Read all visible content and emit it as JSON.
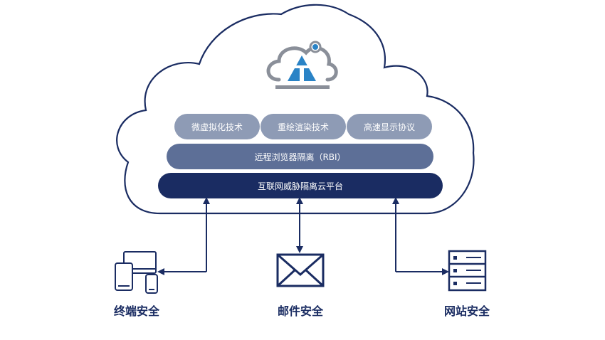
{
  "cloud_layers": {
    "tech_items": [
      {
        "label": "微虚拟化技术"
      },
      {
        "label": "重绘渲染技术"
      },
      {
        "label": "高速显示协议"
      }
    ],
    "rbi_label": "远程浏览器隔离（RBI）",
    "platform_label": "互联网威胁隔离云平台"
  },
  "endpoints": [
    {
      "label": "终端安全",
      "icon": "devices-icon"
    },
    {
      "label": "邮件安全",
      "icon": "envelope-icon"
    },
    {
      "label": "网站安全",
      "icon": "server-icon"
    }
  ],
  "colors": {
    "navy": "#1a2c62",
    "mid_blue": "#5d6f97",
    "light_blue": "#8e9bb5",
    "logo_gray": "#8a8f99",
    "logo_blue": "#2a83c6"
  }
}
